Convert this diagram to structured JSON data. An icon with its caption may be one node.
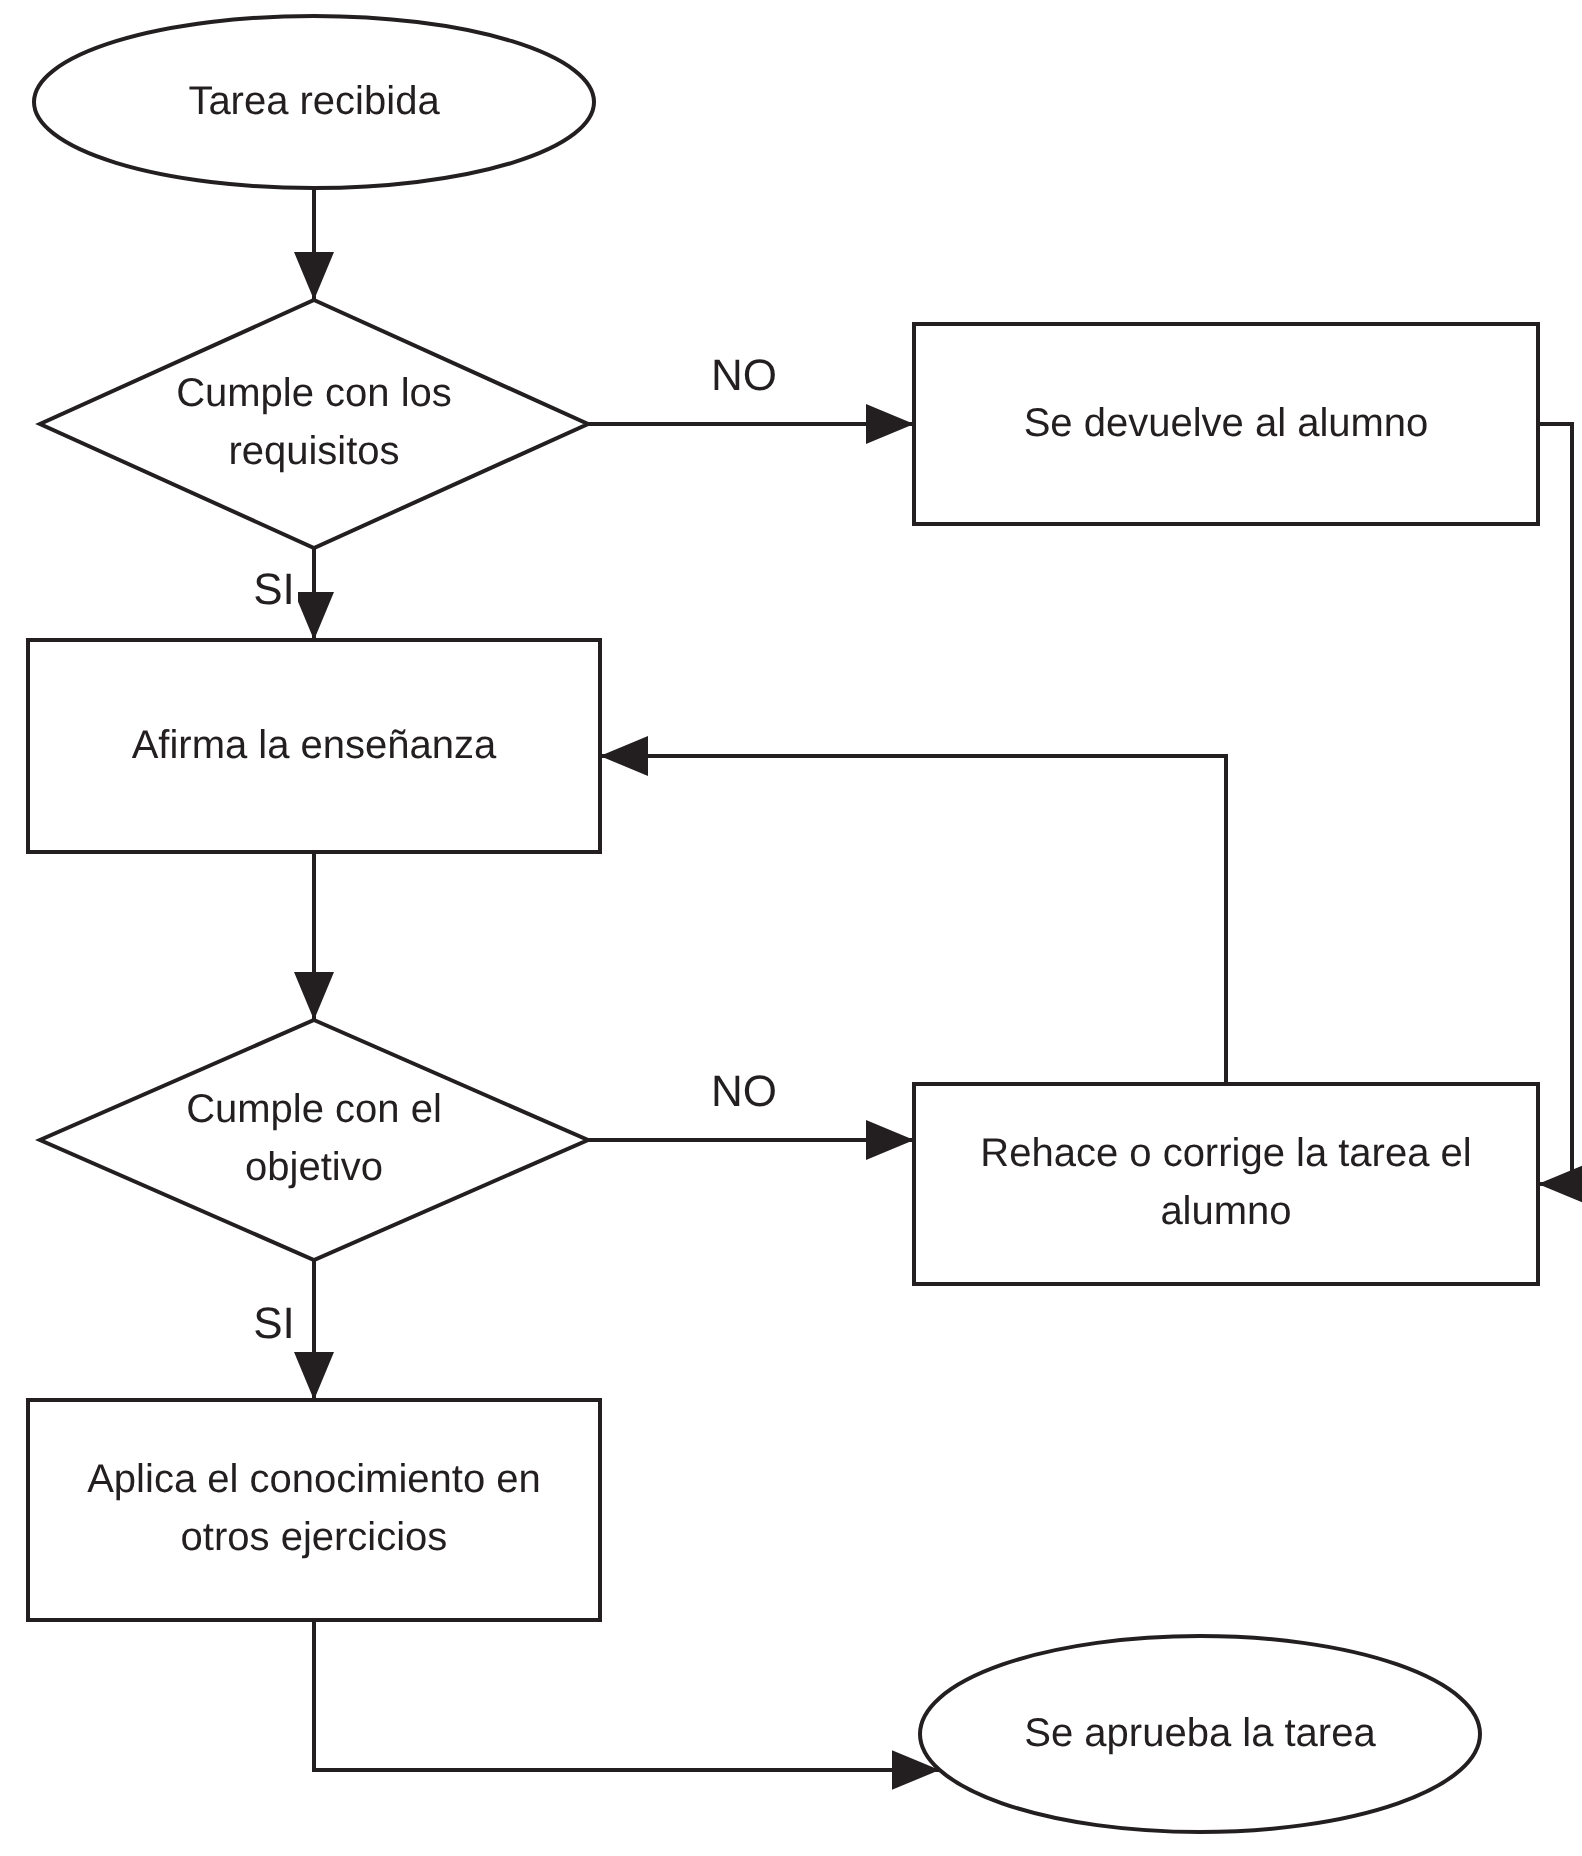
{
  "diagram": {
    "nodes": [
      {
        "text": [
          "Tarea recibida"
        ]
      },
      {
        "text": [
          "Cumple con los requisitos"
        ]
      },
      {
        "text": [
          "Se devuelve al alumno"
        ]
      },
      {
        "text": [
          "Afirma la enseñanza"
        ]
      },
      {
        "text": [
          "Cumple con el objetivo"
        ]
      },
      {
        "text": [
          "Rehace o corrige la tarea el alumno"
        ]
      },
      {
        "text": [
          "Aplica el conocimiento en otros ejercicios"
        ]
      },
      {
        "text": [
          "Se aprueba la tarea"
        ]
      }
    ],
    "edges": [
      {
        "from": 0,
        "to": 1,
        "arrow": "to"
      },
      {
        "from": 1,
        "to": 2,
        "arrow": "to",
        "label": "NO"
      },
      {
        "from": 1,
        "to": 3,
        "arrow": "to",
        "label": "SI"
      },
      {
        "from": 2,
        "to": 5,
        "arrow": "to"
      },
      {
        "from": 3,
        "to": 4,
        "arrow": "to"
      },
      {
        "from": 4,
        "to": 5,
        "arrow": "to",
        "label": "NO"
      },
      {
        "from": 5,
        "to": 3,
        "arrow": "to"
      },
      {
        "from": 4,
        "to": 6,
        "arrow": "to",
        "label": "SI"
      },
      {
        "from": 6,
        "to": 7,
        "arrow": "to"
      }
    ]
  }
}
